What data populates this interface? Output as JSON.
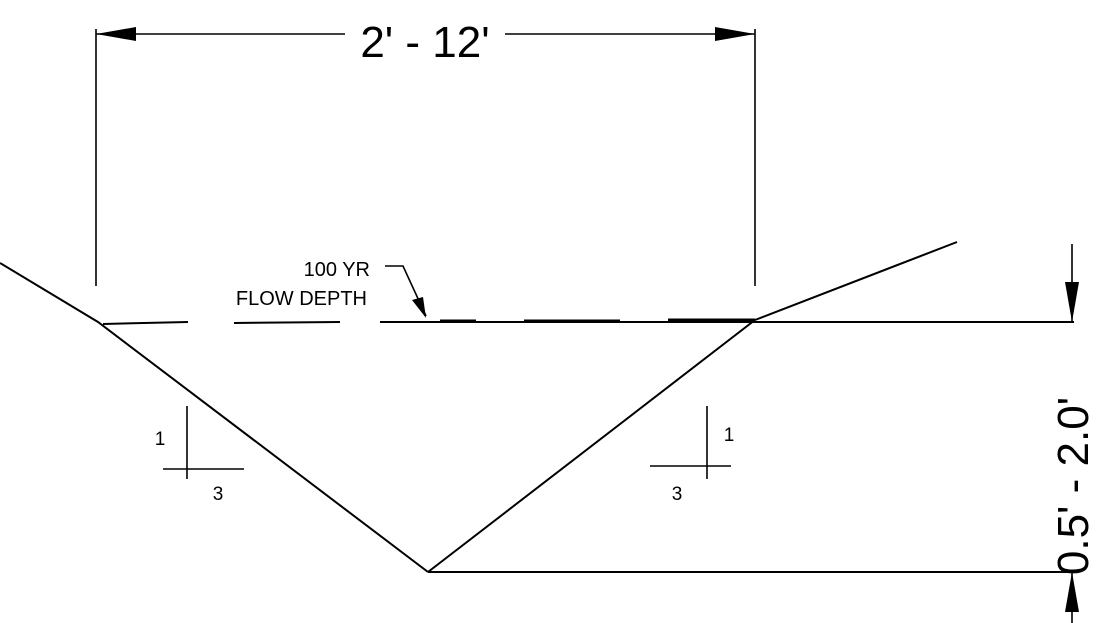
{
  "top_dimension": {
    "label": "2' - 12'"
  },
  "depth_dimension": {
    "label": "0.5' - 2.0'"
  },
  "flow_note": {
    "line1": "100 YR",
    "line2": "FLOW DEPTH"
  },
  "left_slope": {
    "rise": "1",
    "run": "3"
  },
  "right_slope": {
    "rise": "1",
    "run": "3"
  }
}
